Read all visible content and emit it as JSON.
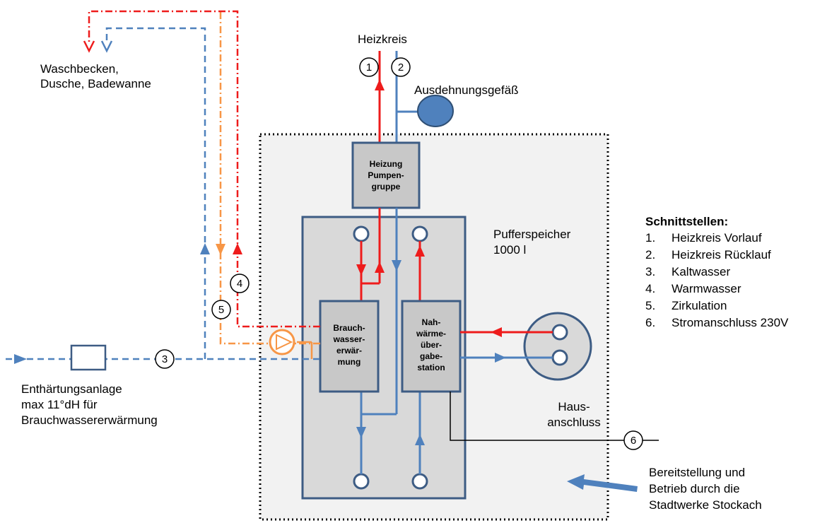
{
  "colors": {
    "flow": "#ee1c1c",
    "return": "#4f81bd",
    "circulation": "#f79646",
    "box_fill": "#c8c8c8",
    "box_border": "#3d5c84",
    "zone_fill": "#f2f2f2",
    "tank_fill": "#4f81bd"
  },
  "labels": {
    "heizkreis": "Heizkreis",
    "ausdehnungsgefaess": "Ausdehnungsgefäß",
    "waschbecken_line1": "Waschbecken,",
    "waschbecken_line2": "Dusche, Badewanne",
    "pufferspeicher_line1": "Pufferspeicher",
    "pufferspeicher_line2": "1000 l",
    "enthaertung_line1": "Enthärtungsanlage",
    "enthaertung_line2": "max 11°dH für",
    "enthaertung_line3": "Brauchwassererwärmung",
    "hausanschluss_line1": "Haus-",
    "hausanschluss_line2": "anschluss",
    "bereitstellung_line1": "Bereitstellung und",
    "bereitstellung_line2": "Betrieb durch die",
    "bereitstellung_line3": "Stadtwerke Stockach"
  },
  "boxes": {
    "heizung": [
      "Heizung",
      "Pumpen-",
      "gruppe"
    ],
    "brauchwasser": [
      "Brauch-",
      "wasser-",
      "erwär-",
      "mung"
    ],
    "nahwaerme": [
      "Nah-",
      "wärme-",
      "über-",
      "gabe-",
      "station"
    ]
  },
  "markers": [
    "1",
    "2",
    "3",
    "4",
    "5",
    "6"
  ],
  "legend": {
    "title": "Schnittstellen:",
    "items": [
      {
        "num": "1.",
        "text": "Heizkreis  Vorlauf"
      },
      {
        "num": "2.",
        "text": "Heizkreis  Rücklauf"
      },
      {
        "num": "3.",
        "text": "Kaltwasser"
      },
      {
        "num": "4.",
        "text": "Warmwasser"
      },
      {
        "num": "5.",
        "text": "Zirkulation"
      },
      {
        "num": "6.",
        "text": "Stromanschluss  230V"
      }
    ]
  }
}
